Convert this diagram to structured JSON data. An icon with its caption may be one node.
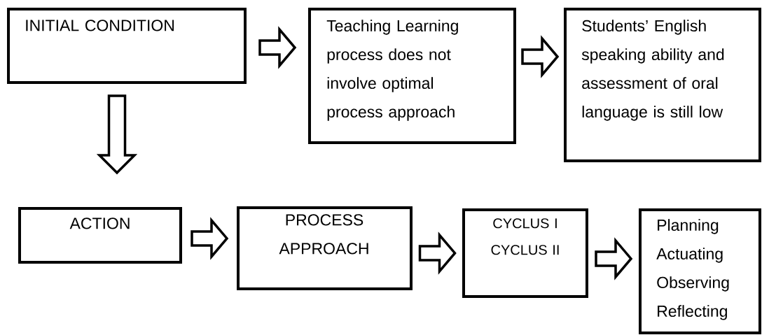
{
  "diagram": {
    "nodes": [
      {
        "text": [
          "INITIAL CONDITION"
        ]
      },
      {
        "text": [
          "Teaching Learning process does not involve optimal process approach"
        ]
      },
      {
        "text": [
          "Students’ English speaking ability and assessment of oral language is still low"
        ]
      },
      {
        "text": [
          "ACTION"
        ]
      },
      {
        "text": [
          "PROCESS APPROACH"
        ]
      },
      {
        "text": [
          "CYCLUS I",
          "CYCLUS II"
        ]
      },
      {
        "text": [
          "Planning",
          "Actuating",
          "Observing",
          "Reflecting"
        ]
      }
    ],
    "edges": [
      {
        "from": 0,
        "to": 1,
        "arrow": "to"
      },
      {
        "from": 1,
        "to": 2,
        "arrow": "to"
      },
      {
        "from": 0,
        "to": 3,
        "arrow": "to"
      },
      {
        "from": 3,
        "to": 4,
        "arrow": "to"
      },
      {
        "from": 4,
        "to": 5,
        "arrow": "to"
      },
      {
        "from": 5,
        "to": 6,
        "arrow": "to"
      }
    ]
  }
}
